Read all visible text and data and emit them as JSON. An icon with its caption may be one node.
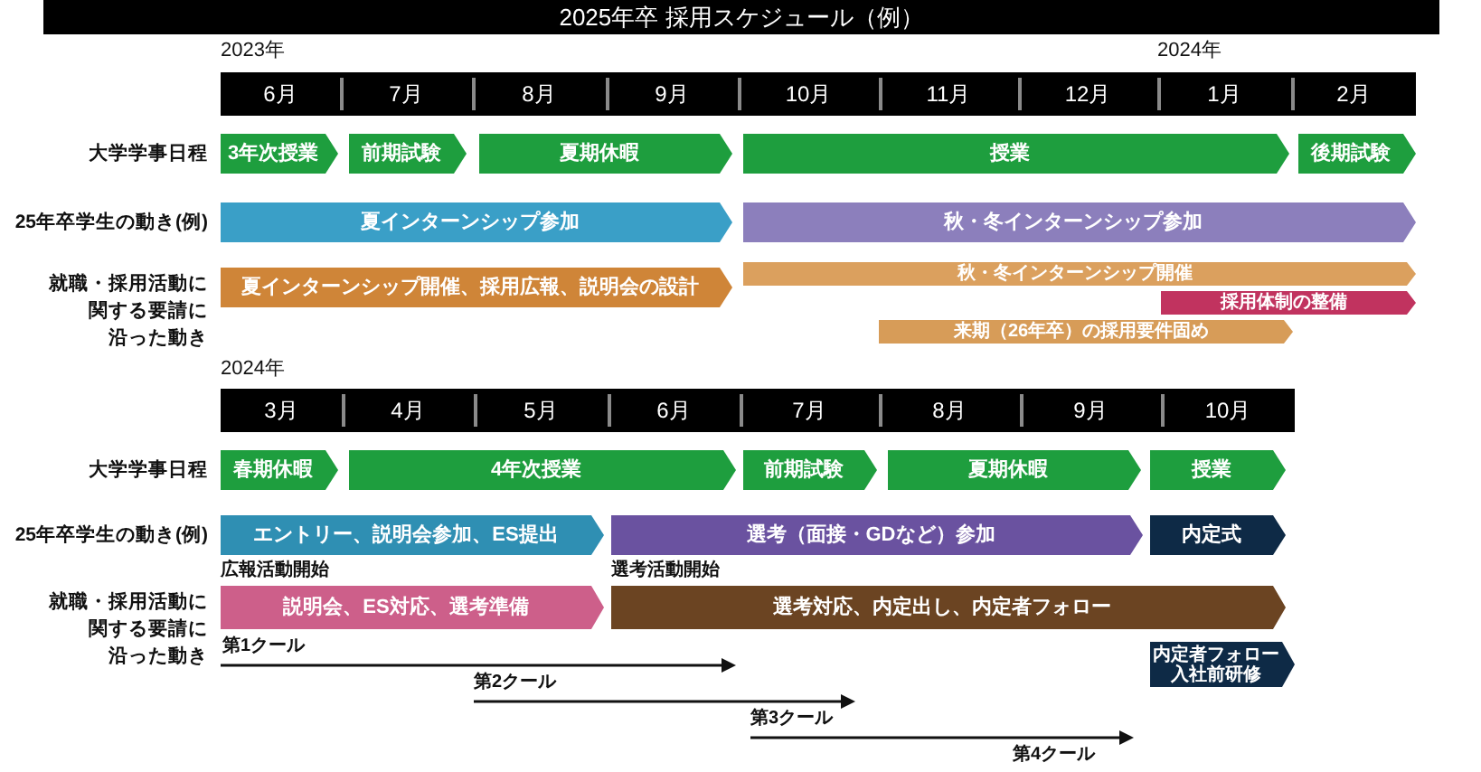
{
  "diagram": {
    "title": "2025年卒 採用スケジュール（例）",
    "nodes": [
      {
        "text": [
          "3年次授業"
        ]
      },
      {
        "text": [
          "前期試験"
        ]
      },
      {
        "text": [
          "夏期休暇"
        ]
      },
      {
        "text": [
          "授業"
        ]
      },
      {
        "text": [
          "後期試験"
        ]
      },
      {
        "text": [
          "夏インターンシップ参加"
        ]
      },
      {
        "text": [
          "秋・冬インターンシップ参加"
        ]
      },
      {
        "text": [
          "夏インターンシップ開催、採用広報、説明会の設計"
        ]
      },
      {
        "text": [
          "秋・冬インターンシップ開催"
        ]
      },
      {
        "text": [
          "採用体制の整備"
        ]
      },
      {
        "text": [
          "来期（26年卒）の採用要件固め"
        ]
      },
      {
        "text": [
          "春期休暇"
        ]
      },
      {
        "text": [
          "4年次授業"
        ]
      },
      {
        "text": [
          "前期試験"
        ]
      },
      {
        "text": [
          "夏期休暇"
        ]
      },
      {
        "text": [
          "授業"
        ]
      },
      {
        "text": [
          "エントリー、説明会参加、ES提出"
        ]
      },
      {
        "text": [
          "選考（面接・GDなど）参加"
        ]
      },
      {
        "text": [
          "内定式"
        ]
      },
      {
        "text": [
          "説明会、ES対応、選考準備"
        ],
        "beside": [
          "広報活動開始"
        ]
      },
      {
        "text": [
          "選考対応、内定出し、内定者フォロー"
        ],
        "beside": [
          "選考活動開始"
        ]
      },
      {
        "text": [
          "内定者フォロー",
          "入社前研修"
        ]
      }
    ],
    "labels": [
      "2023年",
      "2024年",
      "6月",
      "7月",
      "8月",
      "9月",
      "10月",
      "11月",
      "12月",
      "1月",
      "2月",
      "大学学事日程",
      "25年卒学生の動き(例)",
      "就職・採用活動に関する要請に沿った動き",
      "2024年",
      "3月",
      "4月",
      "5月",
      "6月",
      "7月",
      "8月",
      "9月",
      "10月",
      "大学学事日程",
      "25年卒学生の動き(例)",
      "就職・採用活動に関する要請に沿った動き",
      "第1クール",
      "第2クール",
      "第3クール",
      "第4クール"
    ]
  }
}
